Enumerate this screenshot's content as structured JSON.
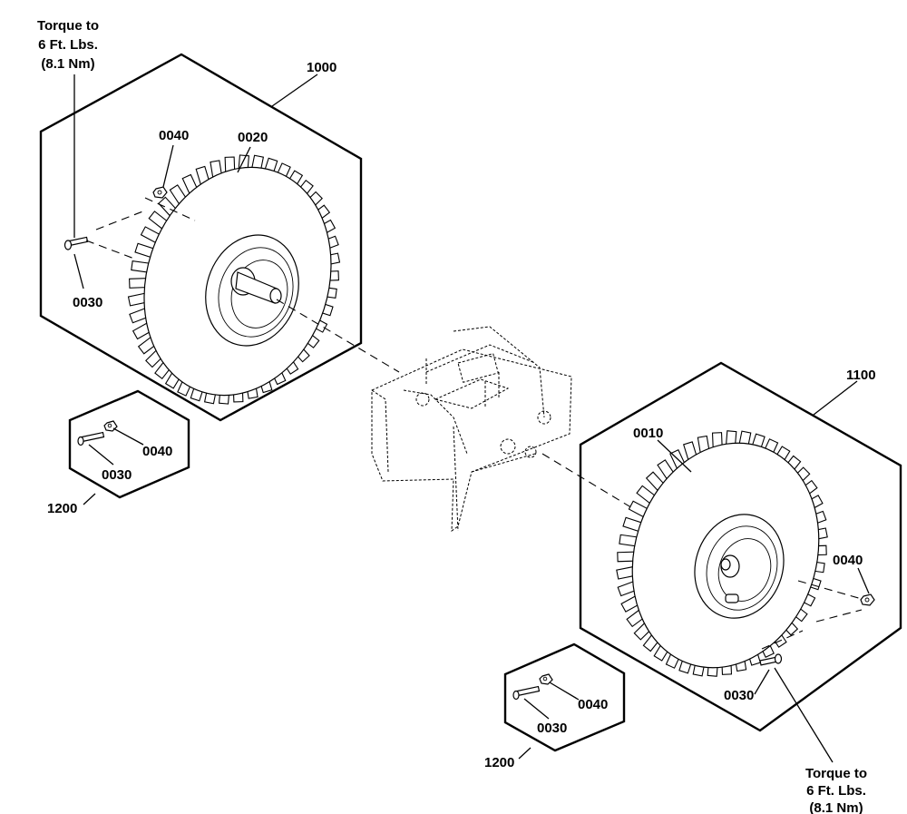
{
  "diagram": {
    "callouts": {
      "kit_left": "1000",
      "kit_right": "1100",
      "hw_left": "1200",
      "hw_right": "1200",
      "p0040_top": "0040",
      "p0020": "0020",
      "p0030_left": "0030",
      "p0040_hw_left": "0040",
      "p0030_hw_left": "0030",
      "p0010": "0010",
      "p0040_right": "0040",
      "p0030_right": "0030",
      "p0040_hw_right": "0040",
      "p0030_hw_right": "0030"
    },
    "torque_note_left": [
      "Torque to",
      "6 Ft. Lbs.",
      "(8.1 Nm)"
    ],
    "torque_note_right": [
      "Torque to",
      "6 Ft. Lbs.",
      "(8.1 Nm)"
    ]
  }
}
